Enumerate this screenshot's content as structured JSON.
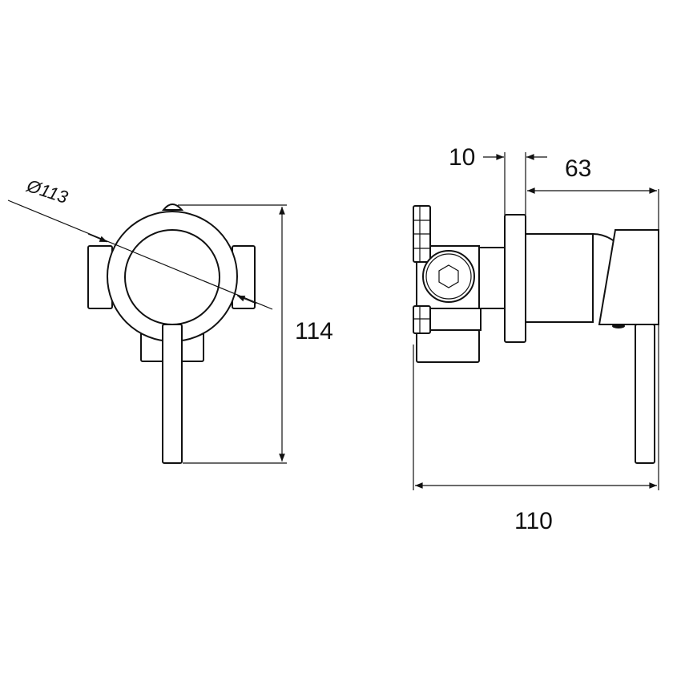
{
  "drawing": {
    "front_view": {
      "diameter_label": "Ø113",
      "height_label": "114"
    },
    "side_view": {
      "flange_label": "10",
      "depth_label": "63",
      "width_label": "110"
    },
    "line_color": "#111111"
  }
}
